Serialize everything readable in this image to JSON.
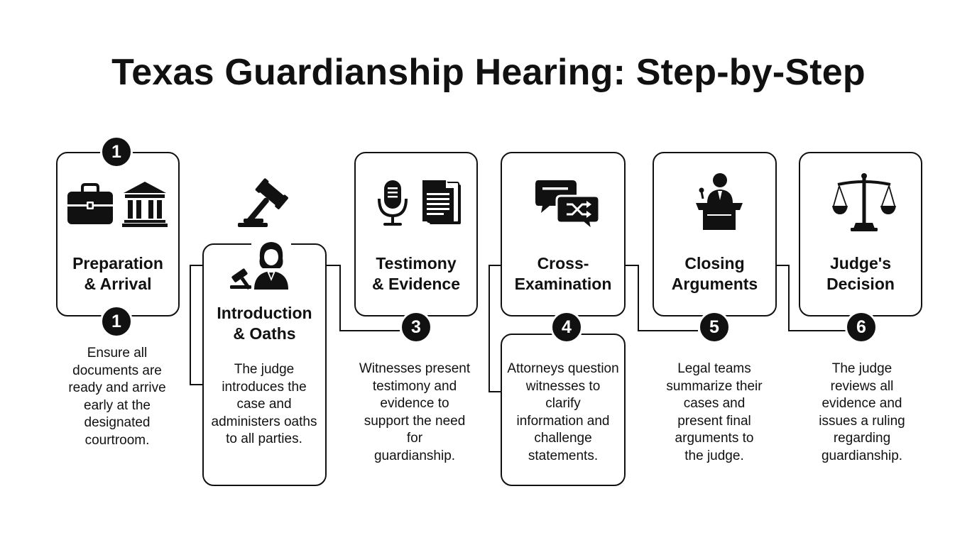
{
  "title": "Texas Guardianship Hearing: Step-by-Step",
  "steps": [
    {
      "title_lines": [
        "Preparation",
        "& Arrival"
      ],
      "badge_top": "1",
      "badge": "1",
      "description_lines": [
        "Ensure all",
        "documents are",
        "ready and arrive",
        "early at the",
        "designated",
        "courtroom."
      ],
      "icons": [
        "briefcase-icon",
        "courthouse-icon"
      ]
    },
    {
      "title_lines": [
        "Introduction",
        "& Oaths"
      ],
      "description_lines": [
        "The judge",
        "introduces the",
        "case and",
        "administers oaths",
        "to all parties."
      ],
      "icons": [
        "gavel-icon",
        "judge-icon"
      ]
    },
    {
      "title_lines": [
        "Testimony",
        "& Evidence"
      ],
      "badge": "3",
      "description_lines": [
        "Witnesses present",
        "testimony and",
        "evidence to",
        "support the need",
        "for",
        "guardianship."
      ],
      "icons": [
        "microphone-icon",
        "documents-icon"
      ]
    },
    {
      "title_lines": [
        "Cross-",
        "Examination"
      ],
      "badge": "4",
      "description_lines": [
        "Attorneys question",
        "witnesses to",
        "clarify",
        "information and",
        "challenge",
        "statements."
      ],
      "icons": [
        "exchange-chat-icon"
      ]
    },
    {
      "title_lines": [
        "Closing",
        "Arguments"
      ],
      "badge": "5",
      "description_lines": [
        "Legal teams",
        "summarize their",
        "cases and",
        "present final",
        "arguments to",
        "the judge."
      ],
      "icons": [
        "podium-speaker-icon"
      ]
    },
    {
      "title_lines": [
        "Judge's",
        "Decision"
      ],
      "badge": "6",
      "description_lines": [
        "The judge",
        "reviews all",
        "evidence and",
        "issues a ruling",
        "regarding",
        "guardianship."
      ],
      "icons": [
        "scales-of-justice-icon"
      ]
    }
  ],
  "colors": {
    "ink": "#111111",
    "background": "#ffffff"
  }
}
